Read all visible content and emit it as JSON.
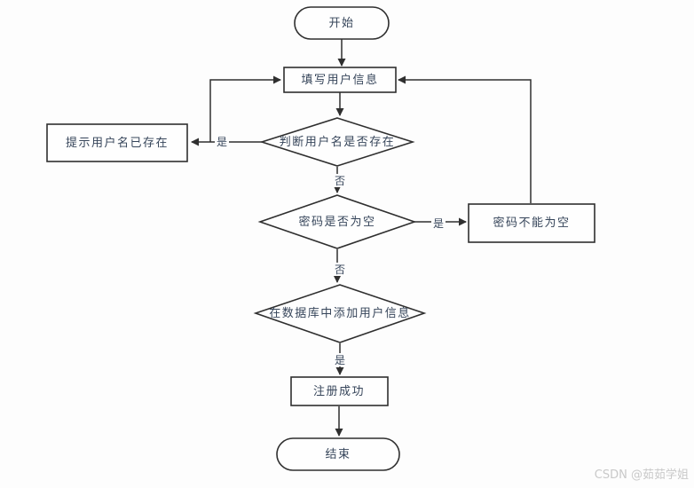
{
  "colors": {
    "line": "#2f2f2f",
    "node_border": "#2f2f2f",
    "node_fill": "#fefefe",
    "text": "#36455a",
    "background": "#fdfdfd",
    "watermark": "#c9c9c9"
  },
  "nodes": {
    "start": {
      "label": "开始",
      "shape": "stadium"
    },
    "fill_user_info": {
      "label": "填写用户信息",
      "shape": "rect"
    },
    "check_username_exists": {
      "label": "判断用户名是否存在",
      "shape": "diamond"
    },
    "prompt_username_exists": {
      "label": "提示用户名已存在",
      "shape": "rect"
    },
    "check_password_empty": {
      "label": "密码是否为空",
      "shape": "diamond"
    },
    "password_not_empty": {
      "label": "密码不能为空",
      "shape": "rect"
    },
    "add_user_to_database": {
      "label": "在数据库中添加用户信息",
      "shape": "diamond"
    },
    "register_success": {
      "label": "注册成功",
      "shape": "rect"
    },
    "end": {
      "label": "结束",
      "shape": "stadium"
    }
  },
  "edge_labels": {
    "username_exists_yes": "是",
    "username_exists_no": "否",
    "password_empty_yes": "是",
    "password_empty_no": "否",
    "add_user_yes": "是"
  },
  "watermark": "CSDN @茹茹学姐"
}
